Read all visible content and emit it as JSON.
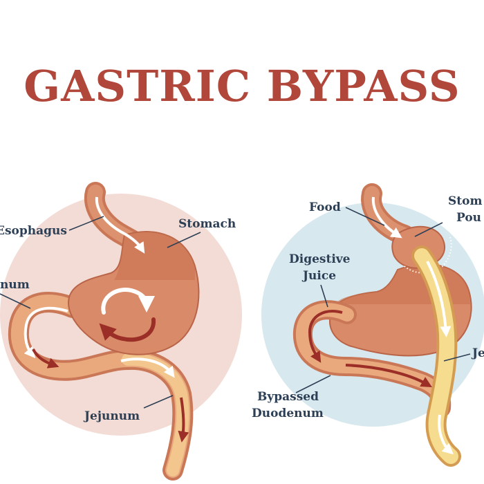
{
  "title": "GASTRIC BYPASS",
  "colors": {
    "title": "#b0473a",
    "label": "#2d3f55",
    "left_circle": "#f3dcd5",
    "right_circle": "#d7e8ee",
    "stomach": "#d98a68",
    "stomach_dark": "#c26a4d",
    "arrow": "#9b2e26",
    "food_path": "#f6dc8e"
  },
  "left": {
    "labels": {
      "esophagus": "Esophagus",
      "stomach": "Stomach",
      "duodenum": "num",
      "jejunum": "Jejunum"
    }
  },
  "right": {
    "labels": {
      "food": "Food",
      "stomach_pouch_line1": "Stom",
      "stomach_pouch_line2": "Pou",
      "digestive_juice_line1": "Digestive",
      "digestive_juice_line2": "Juice",
      "jejunum": "Je",
      "bypassed_line1": "Bypassed",
      "bypassed_line2": "Duodenum"
    }
  }
}
